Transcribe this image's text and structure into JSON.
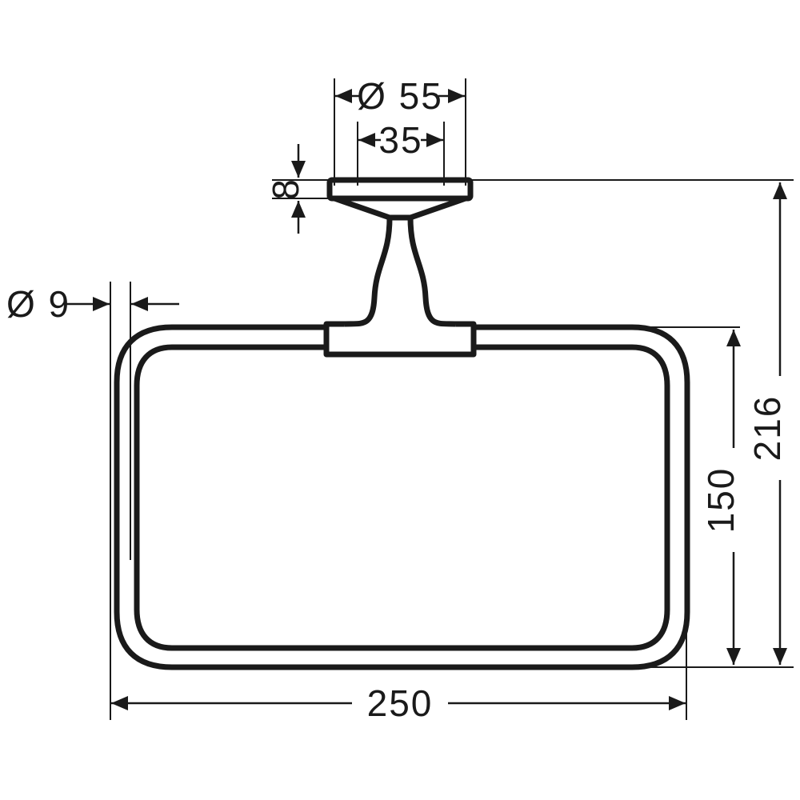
{
  "document": {
    "type": "technical-dimension-drawing",
    "subject": "towel-ring-wall-mounted",
    "view": "front-elevation",
    "units": "mm",
    "background_color": "#ffffff",
    "line_color": "#1a1a1a"
  },
  "dimensions": {
    "flange_diameter": {
      "label": "Ø 55",
      "value": 55,
      "symbol": "Ø",
      "orientation": "horizontal",
      "placement": "above-flange",
      "describes": "escutcheon outer diameter"
    },
    "flange_inner": {
      "label": "35",
      "value": 35,
      "orientation": "horizontal",
      "placement": "above-flange-inner",
      "describes": "escutcheon inner width"
    },
    "flange_thickness": {
      "label": "8",
      "value": 8,
      "orientation": "vertical-rotated",
      "placement": "left-of-flange",
      "describes": "escutcheon plate thickness"
    },
    "tube_diameter": {
      "label": "Ø 9",
      "value": 9,
      "symbol": "Ø",
      "orientation": "horizontal",
      "placement": "left-of-ring",
      "describes": "ring tube diameter"
    },
    "ring_height": {
      "label": "150",
      "value": 150,
      "orientation": "vertical-rotated",
      "placement": "right-inner",
      "describes": "ring outer height"
    },
    "total_height": {
      "label": "216",
      "value": 216,
      "orientation": "vertical-rotated",
      "placement": "right-outer",
      "describes": "overall height from wall plate to ring bottom"
    },
    "total_width": {
      "label": "250",
      "value": 250,
      "orientation": "horizontal",
      "placement": "below-ring",
      "describes": "ring outer width"
    }
  },
  "dimension_list": [
    {
      "label": "Ø 55",
      "value": 55
    },
    {
      "label": "35",
      "value": 35
    },
    {
      "label": "8",
      "value": 8
    },
    {
      "label": "Ø 9",
      "value": 9
    },
    {
      "label": "150",
      "value": 150
    },
    {
      "label": "216",
      "value": 216
    },
    {
      "label": "250",
      "value": 250
    }
  ]
}
